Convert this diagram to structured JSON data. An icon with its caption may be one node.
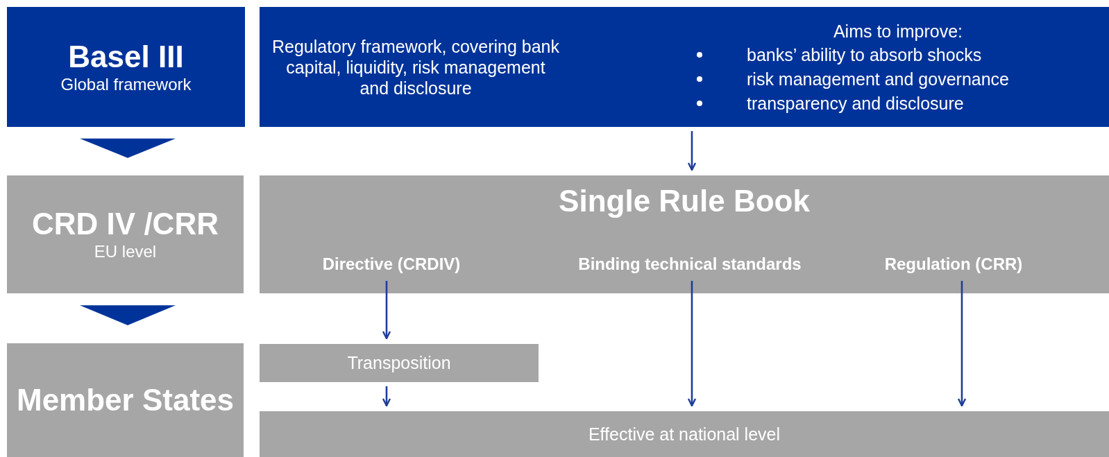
{
  "diagram": {
    "nodes": [
      {
        "text": [
          "Basel III",
          "Global framework"
        ]
      },
      {
        "text": [
          "Regulatory framework, covering bank capital, liquidity, risk management and disclosure",
          "Aims to improve:",
          "banks’ ability to absorb shocks",
          "risk management and governance",
          "transparency and disclosure"
        ]
      },
      {
        "text": [
          "CRD IV /CRR",
          "EU level"
        ]
      },
      {
        "text": [
          "Single Rule Book"
        ]
      },
      {
        "text": [
          "Directive (CRDIV)"
        ],
        "in": 3
      },
      {
        "text": [
          "Binding technical standards"
        ],
        "in": 3
      },
      {
        "text": [
          "Regulation (CRR)"
        ],
        "in": 3
      },
      {
        "text": [
          "Member States"
        ]
      },
      {
        "text": [
          "Transposition"
        ]
      },
      {
        "text": [
          "Effective at national level"
        ]
      }
    ],
    "edges": [
      {
        "from": 0,
        "to": 2,
        "arrow": "to",
        "style": "thick"
      },
      {
        "from": 1,
        "to": 3,
        "arrow": "to"
      },
      {
        "from": 2,
        "to": 7,
        "arrow": "to",
        "style": "thick"
      },
      {
        "from": 4,
        "to": 8,
        "arrow": "to"
      },
      {
        "from": 8,
        "to": 9,
        "arrow": "to"
      },
      {
        "from": 5,
        "to": 9,
        "arrow": "to"
      },
      {
        "from": 6,
        "to": 9,
        "arrow": "to"
      }
    ]
  }
}
